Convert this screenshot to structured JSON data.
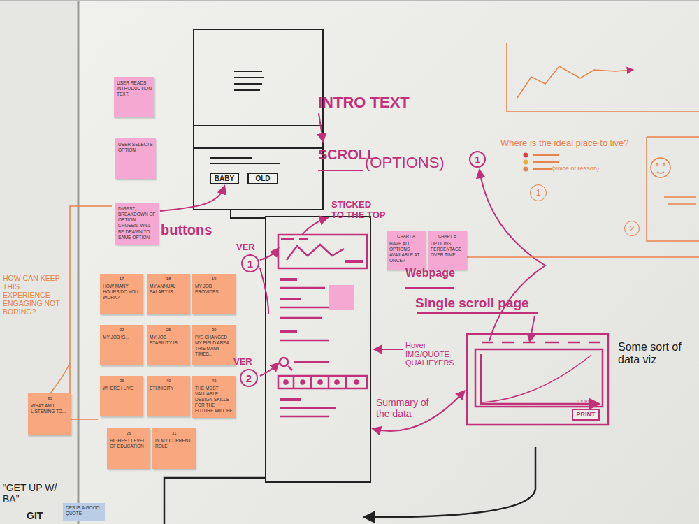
{
  "diagram": {
    "nodes": [
      {
        "text": [
          "USER READS INTRODUCTION TEXT."
        ]
      },
      {
        "text": [
          "USER SELECTS OPTION"
        ]
      },
      {
        "text": [
          "DIGEST, BREAKDOWN OF OPTION CHOSEN. WILL BE DRAWN TO SAME OPTION"
        ]
      },
      {
        "text": [
          "BABY"
        ]
      },
      {
        "text": [
          "OLD"
        ]
      },
      {
        "text": [
          "1"
        ]
      },
      {
        "text": [
          "CHART A",
          "HAVE ALL OPTIONS AVAILABLE AT ONCE?"
        ]
      },
      {
        "text": [
          "CHART B",
          "OPTIONS PERCENTAGE OVER TIME"
        ]
      },
      {
        "text": [
          "17",
          "HOW MANY HOURS DO YOU WORK?"
        ]
      },
      {
        "text": [
          "18",
          "MY ANNUAL SALARY IS"
        ]
      },
      {
        "text": [
          "19",
          "MY JOB PROVIDES"
        ]
      },
      {
        "text": [
          "22",
          "MY JOB IS..."
        ]
      },
      {
        "text": [
          "25",
          "MY JOB STABILITY IS..."
        ]
      },
      {
        "text": [
          "30",
          "I'VE CHANGED MY FIELD AREA THIS MANY TIMES..."
        ]
      },
      {
        "text": [
          "2"
        ]
      },
      {
        "text": [
          "36",
          "WHERE I LIVE"
        ]
      },
      {
        "text": [
          "40",
          "ETHNICITY"
        ]
      },
      {
        "text": [
          "43",
          "THE MOST VALUABLE DESIGN SKILLS FOR THE FUTURE WILL BE"
        ]
      },
      {
        "text": [
          "35",
          "WHAT AM I LISTENING TO..."
        ]
      },
      {
        "text": [
          "26",
          "HIGHEST LEVEL OF EDUCATION"
        ]
      },
      {
        "text": [
          "31",
          "IN MY CURRENT ROLE"
        ]
      },
      {
        "text": [
          "1"
        ]
      },
      {
        "text": [
          "1"
        ]
      },
      {
        "text": [
          "2"
        ]
      },
      {
        "text": [
          "PRINT"
        ]
      },
      {
        "text": [
          "DES IS A GOOD QUOTE"
        ]
      }
    ],
    "edges": [
      {
        "from": 2,
        "to": 3,
        "arrow": "to"
      }
    ],
    "labels": [
      "INTRO TEXT",
      "SCROLL",
      "(OPTIONS)",
      "STICKED TO THE TOP",
      "buttons",
      "VER",
      "VER",
      "Webpage",
      "Single scroll page",
      "Hover IMG/QUOTE QUALIFYERS",
      "Summary of the data",
      "Some sort of data viz",
      "Where is the ideal place to live?",
      "(voice of reason)",
      "HOW CAN KEEP THIS EXPERIENCE ENGAGING NOT BORING?",
      "TODAY",
      "“GET UP W/ BA”",
      "GIT"
    ]
  }
}
